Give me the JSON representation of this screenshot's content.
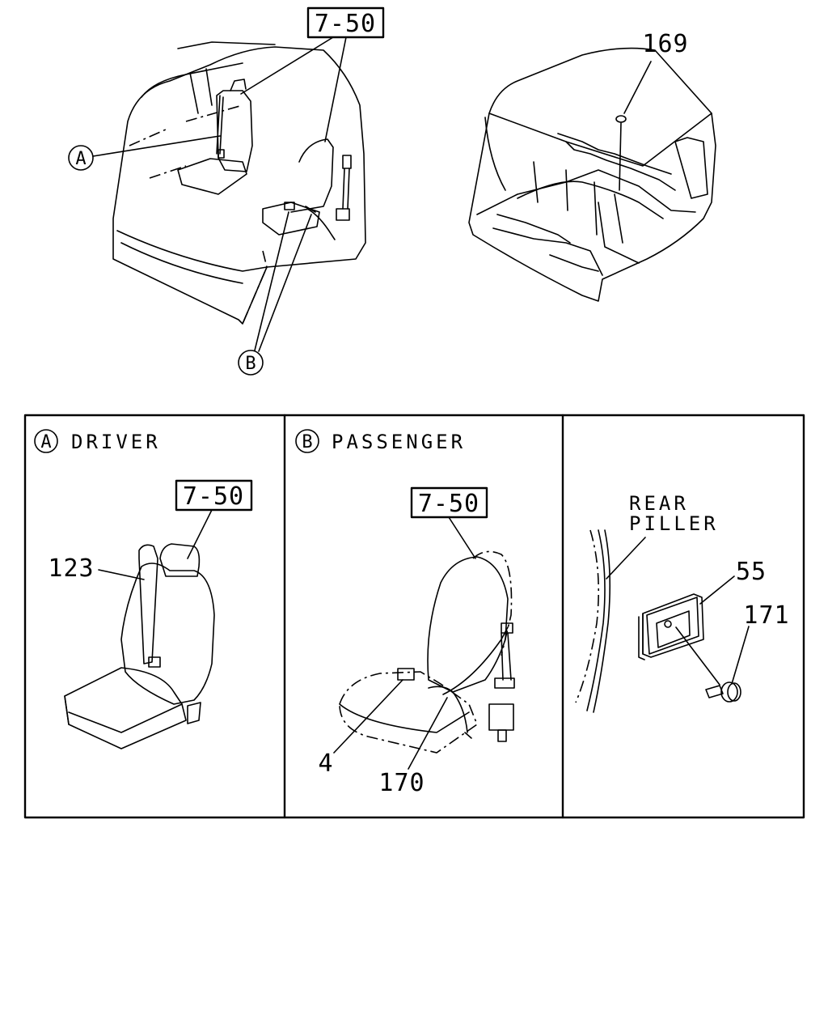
{
  "top_left": {
    "ref_box": "7-50",
    "callout_a": "A",
    "callout_b": "B"
  },
  "top_right": {
    "part_169": "169"
  },
  "panel_driver": {
    "circle": "A",
    "title": "DRIVER",
    "ref_box": "7-50",
    "part_123": "123"
  },
  "panel_passenger": {
    "circle": "B",
    "title": "PASSENGER",
    "ref_box": "7-50",
    "part_4": "4",
    "part_170": "170"
  },
  "panel_pillar": {
    "label_line1": "REAR",
    "label_line2": "PILLER",
    "part_55": "55",
    "part_171": "171"
  }
}
